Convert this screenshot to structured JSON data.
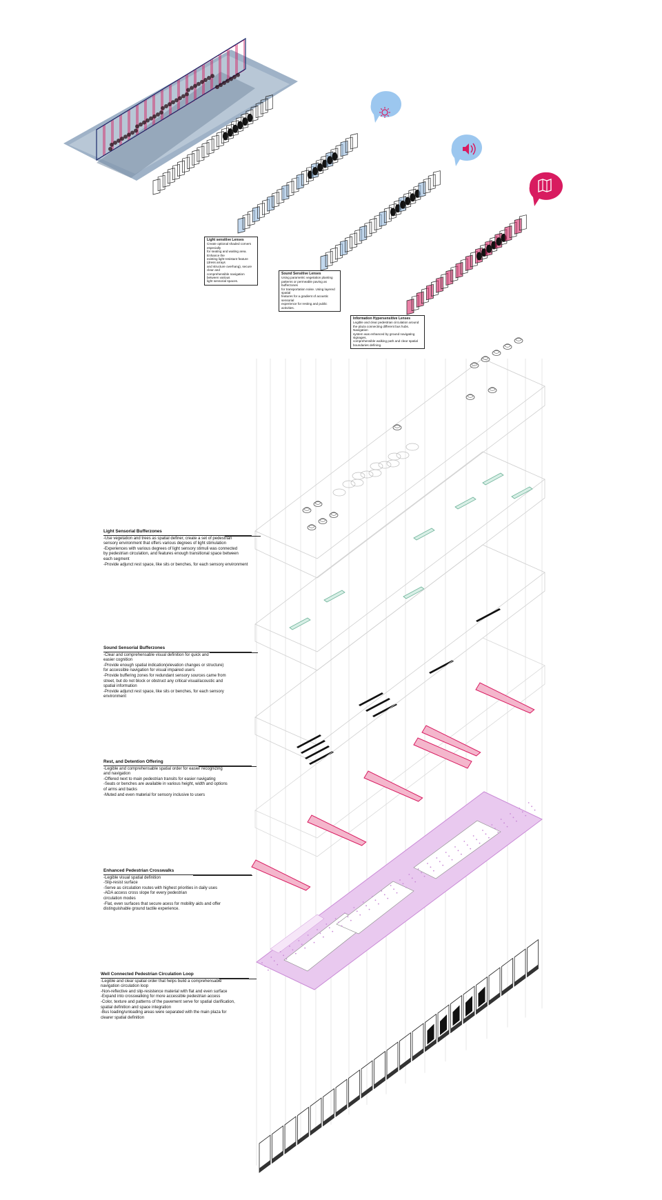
{
  "colors": {
    "pink": "#d81b60",
    "pink_light": "#f4b6cc",
    "lilac": "#c98ad6",
    "blue_light": "#8fb8e0",
    "bubble_blue": "#9cc7ef",
    "green": "#6fb39a",
    "ink": "#222222",
    "grey_line": "#cfcfcf"
  },
  "icons": {
    "light": "sun-icon",
    "sound": "speaker-icon",
    "information": "map-icon"
  },
  "lenses": [
    {
      "title": "Light sensitive Lenses",
      "lines": [
        "Create optional shaded corners especially",
        "for seating and waiting area. Enhance the",
        "existing light-resistant feature (dress arrays",
        "and structure overhang), secure clear and",
        "comprehensible navigation between various",
        "light sensorial spaces."
      ]
    },
    {
      "title": "Sound Sensitive Lenses",
      "lines": [
        "Using parametric vegetation planting",
        "patterns or permeable paving as bufferzones",
        "for transportation noise. Using layered spatial",
        "features for a gradient of acoustic sensorial",
        "experience for resting and public activities."
      ]
    },
    {
      "title": "Information Hypersensitive Lenses",
      "lines": [
        "Legible and clear pedestrian circulation around",
        "the plaza connecting different bus hubs. Navigation",
        "system was enhanced by ground navigating signages,",
        "comprehensible walking path and clear spatial",
        "boundaries defining."
      ]
    }
  ],
  "layers": [
    {
      "title": "Light Sensorial Bufferzones",
      "lines": [
        "-Use vegetation and trees as spatial definer, create a set of pedestrian",
        "sensory environment that offers various degrees of light stimulation",
        "-Experiences with various degrees of light sensory stimuli was connected",
        "by pedestrian circulation, and features enough transitional space between",
        "each segment",
        "-Provide adjunct rest space, like sits or benches, for each sensory environment"
      ]
    },
    {
      "title": "Sound Sensorial Bufferzones",
      "lines": [
        "-Clear and comprehensable visual definition for quick and",
        "easier cognition",
        "-Provide enough spatial indication(elevation changes or structure)",
        "for accessible navigation for visual impaired users",
        "-Provide buffering zones for redundant sensory sources came from",
        "street, but do not block or obstruct any critical visual/acoustic and",
        "spatial information",
        "-Provide adjunct rest space, like sits or benches, for each sensory",
        "environment"
      ]
    },
    {
      "title": "Rest, and Detention Offering",
      "lines": [
        "-Legible and comprehensable spatial order for easier recognizing",
        "and navigation",
        "-Offered next to main pedestrian transits for easier navigating",
        "-Seats or benches are available in various height, width and options",
        "of arms and backs",
        "-Muted and even material for sensory inclusive to users"
      ]
    },
    {
      "title": "Enhanced Pedestrian Crosswalks",
      "lines": [
        "-Legible visual spatial definition",
        "-Slip-resist surface",
        "-Serve as circulation routes with highest priorities in daily uses",
        "-ADA access cross slope for every pedestrian",
        "circulation modes",
        "-Flat, even surfaces that secure acess for mobility aids and offer",
        "distinguishable ground tactile experience."
      ]
    },
    {
      "title": "Well Connected Pedestrian Circulation Loop",
      "lines": [
        "-Legible and clear spatial order that helps build a comprehensable",
        "navigation circulation loop",
        "-Non-reflective and slip-resistence material with flat and even surface",
        "-Expand into crosswalking for more accessible pedestrian access",
        "-Color, texture and patterns of the pavement serve for spatial clarification,",
        "spatial definition and space integration",
        "-Bus loading/unloading areas were separated with the main plaza for",
        "clearer spatial definition"
      ]
    }
  ]
}
